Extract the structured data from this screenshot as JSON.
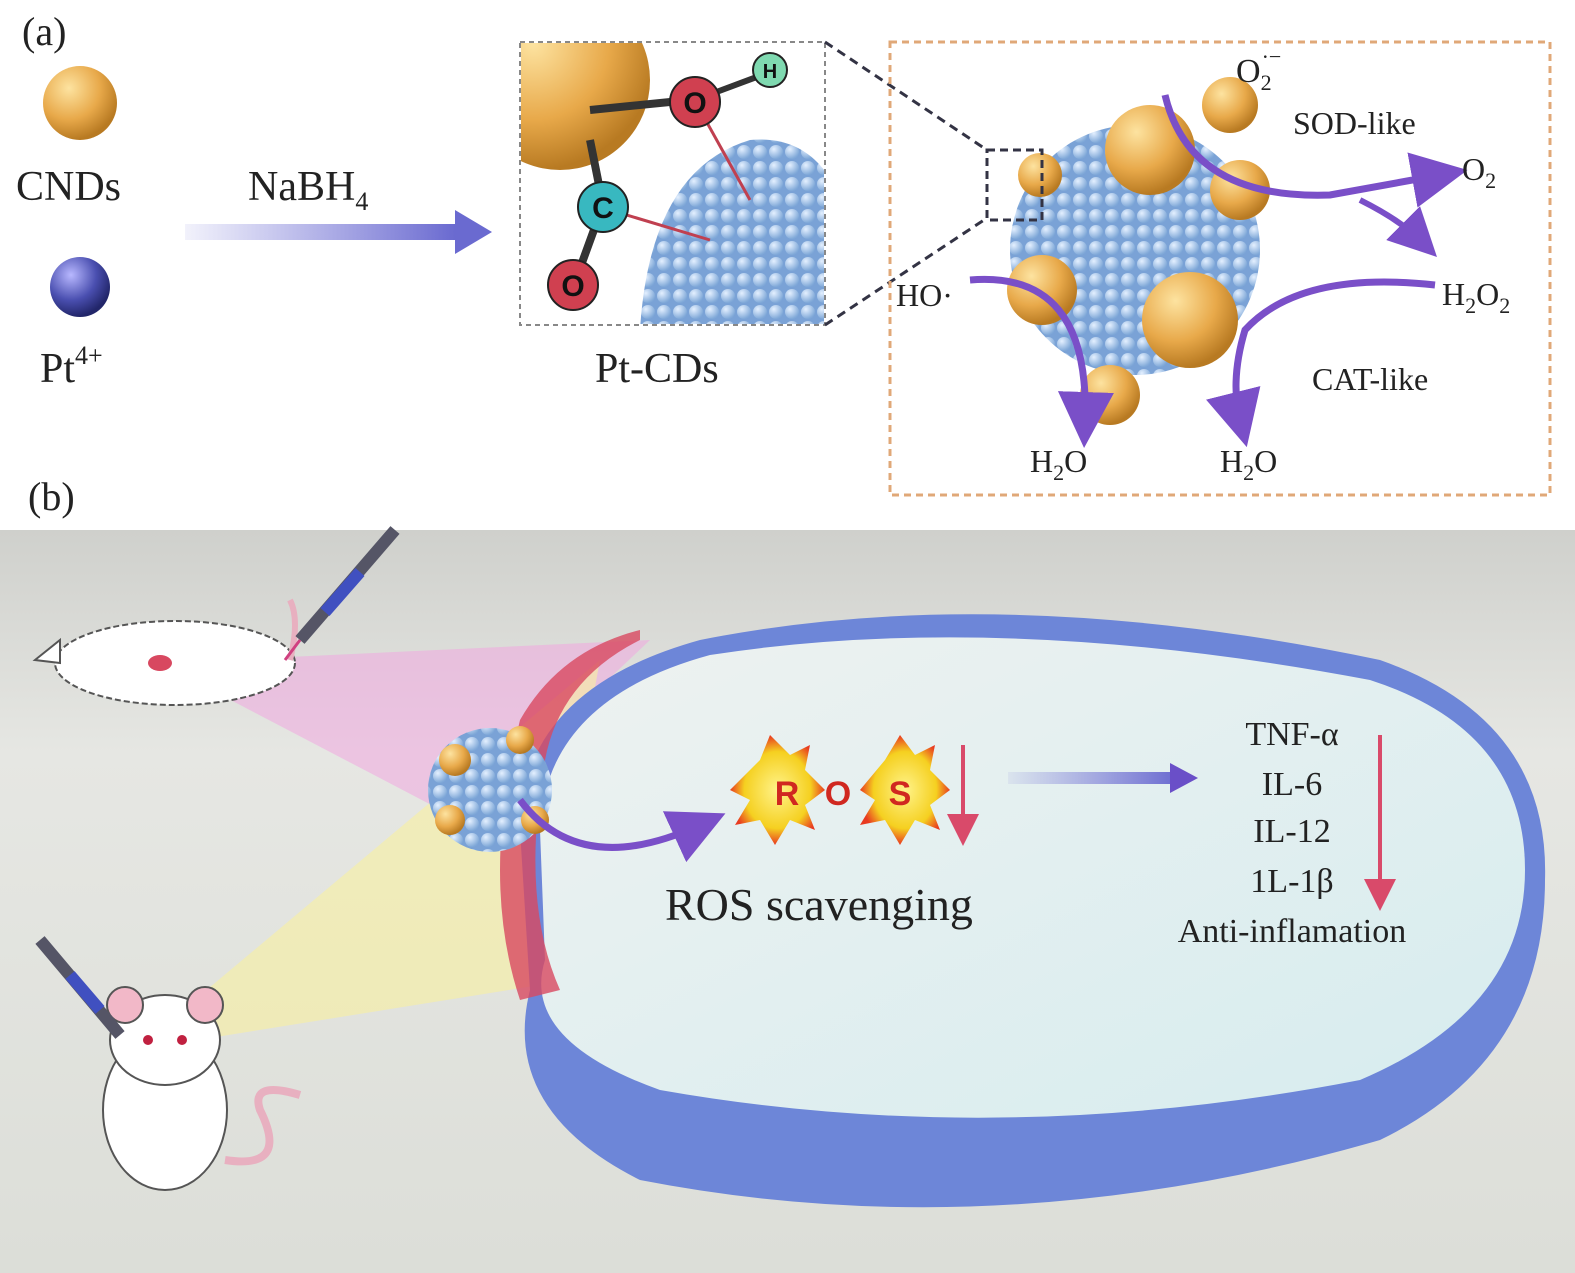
{
  "panel_a": {
    "label": "(a)",
    "cnds": "CNDs",
    "pt_ion": {
      "base": "Pt",
      "sup": "4+"
    },
    "reagent": {
      "base": "NaBH",
      "sub": "4"
    },
    "inset_atoms": {
      "o1": "O",
      "h": "H",
      "c": "C",
      "o2": "O"
    },
    "product": "Pt-CDs",
    "reactions": {
      "superoxide": {
        "base": "O",
        "sub": "2",
        "sup": "·−"
      },
      "sod": "SOD-like",
      "o2": {
        "base": "O",
        "sub": "2"
      },
      "h2o2": {
        "a": "H",
        "sub1": "2",
        "b": "O",
        "sub2": "2"
      },
      "hydroxyl": "HO·",
      "cat": "CAT-like",
      "h2o_1": {
        "a": "H",
        "sub": "2",
        "b": "O"
      },
      "h2o_2": {
        "a": "H",
        "sub": "2",
        "b": "O"
      }
    }
  },
  "panel_b": {
    "label": "(b)",
    "ros_badge": {
      "r": "R",
      "o": "O",
      "s": "S"
    },
    "ros_scavenging": "ROS scavenging",
    "cytokines": [
      "TNF-α",
      "IL-6",
      "IL-12",
      "1L-1β",
      "Anti-inflamation"
    ]
  },
  "colors": {
    "cnd": "#e8a94a",
    "pt": "#4a4fb0",
    "arrow": "#7a5ac8",
    "rim": "#6d86d8",
    "down_arrow": "#d94a6a",
    "box_orange": "#e0a878"
  }
}
